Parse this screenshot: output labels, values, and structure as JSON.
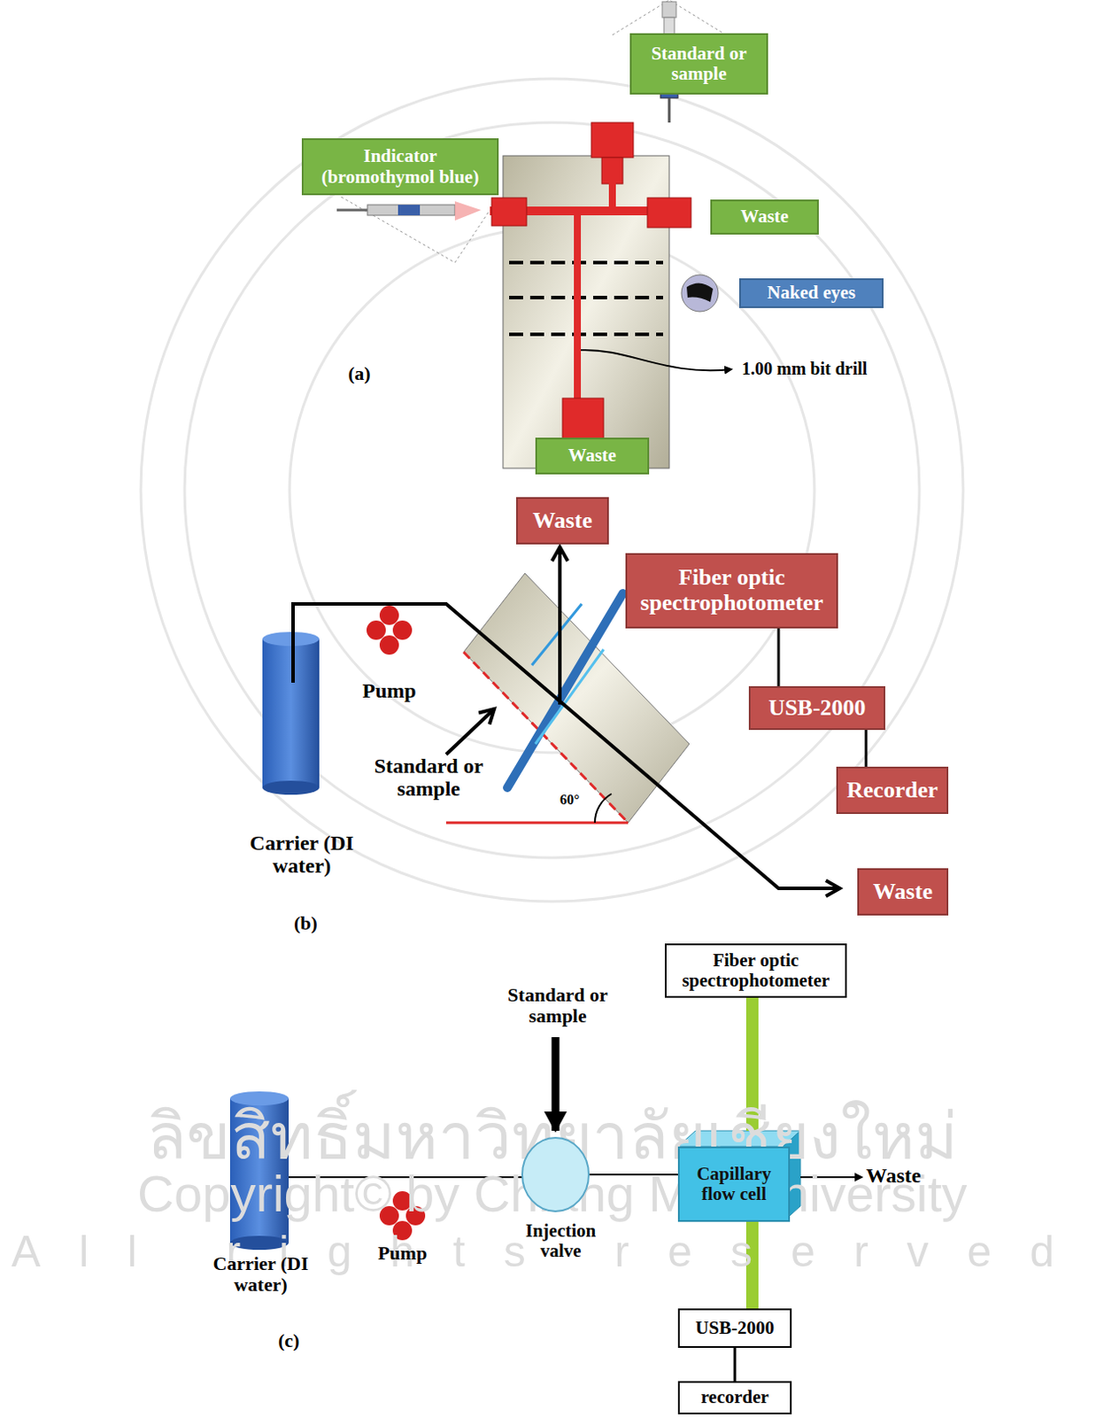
{
  "diagram": {
    "nodes": [
      {
        "text": [
          "Standard or sample"
        ]
      },
      {
        "text": [
          "Indicator (bromothymol blue)"
        ]
      },
      {
        "text": [
          "Waste"
        ]
      },
      {
        "text": [
          "Naked eyes"
        ]
      },
      {
        "text": [
          "Waste"
        ]
      },
      {
        "text": [
          "Waste"
        ]
      },
      {
        "text": [
          "Fiber optic spectrophotometer"
        ]
      },
      {
        "text": [
          "USB-2000"
        ]
      },
      {
        "text": [
          "Recorder"
        ]
      },
      {
        "text": [
          "Waste"
        ]
      },
      {
        "text": [
          "Injection valve"
        ]
      },
      {
        "text": [
          "Capillary flow cell"
        ]
      },
      {
        "text": [
          "Fiber optic spectrophotometer"
        ]
      },
      {
        "text": [
          "USB-2000"
        ]
      },
      {
        "text": [
          "recorder"
        ]
      }
    ],
    "edges": [
      {
        "from": 6,
        "to": 7,
        "arrow": "none"
      },
      {
        "from": 7,
        "to": 8,
        "arrow": "none"
      },
      {
        "from": 10,
        "to": 11,
        "arrow": "none"
      },
      {
        "from": 12,
        "to": 11,
        "arrow": "none"
      },
      {
        "from": 11,
        "to": 13,
        "arrow": "none"
      },
      {
        "from": 13,
        "to": 14,
        "arrow": "none"
      }
    ],
    "labels": [
      "(a)",
      "1.00 mm bit drill",
      "Pump",
      "Standard or sample",
      "Carrier (DI water)",
      "60°",
      "(b)",
      "Standard or sample",
      "Pump",
      "Carrier (DI water)",
      "Waste",
      "(c)",
      "ลิขสิทธิ์มหาวิทยาลัยเชียงใหม่",
      "Copyright© by Chiang Mai University",
      "All rights reserved"
    ]
  }
}
